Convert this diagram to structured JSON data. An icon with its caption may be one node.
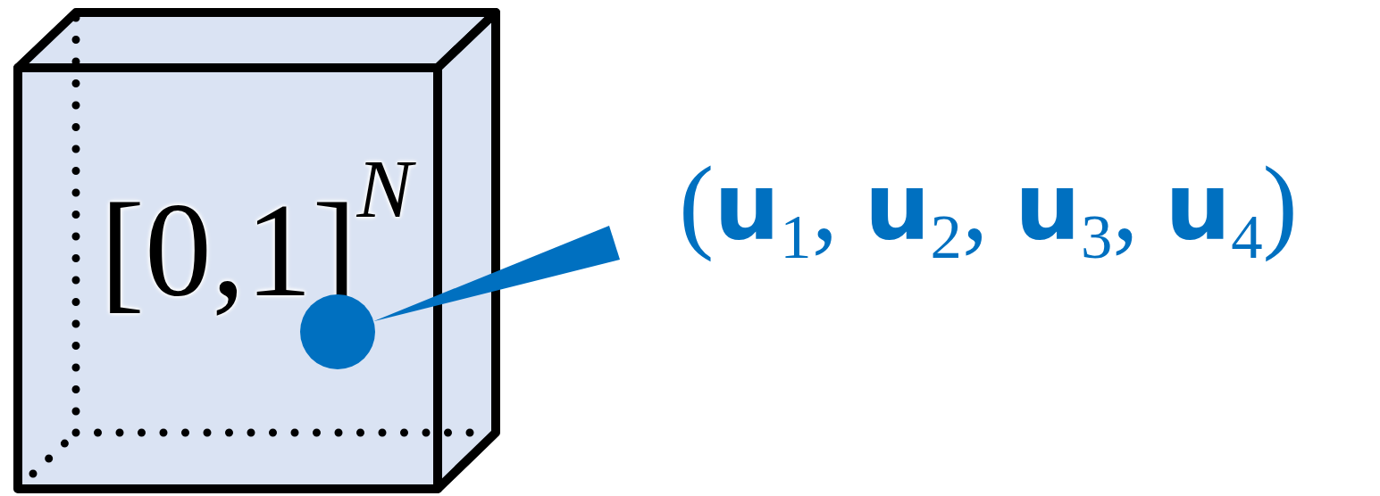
{
  "diagram": {
    "nodes": [
      {
        "text": [
          "[0,1]$^{N}$"
        ]
      },
      {
        "text": [],
        "shape": "circle",
        "in": 0
      },
      {
        "text": [
          "(**u**$_{1}$, **u**$_{2}$, **u**$_{3}$, **u**$_{4}$)"
        ]
      }
    ],
    "edges": [
      {
        "from": 1,
        "to": 2,
        "arrow": "none"
      }
    ]
  }
}
